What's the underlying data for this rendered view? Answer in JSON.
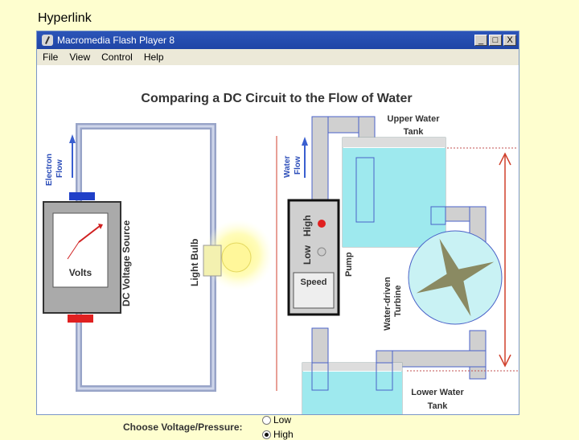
{
  "slide": {
    "title": "Hyperlink"
  },
  "window": {
    "title": "Macromedia Flash Player 8",
    "controls": {
      "minimize": "_",
      "maximize": "□",
      "close": "X"
    }
  },
  "menu": [
    "File",
    "View",
    "Control",
    "Help"
  ],
  "stage": {
    "heading": "Comparing a DC Circuit to the Flow of Water",
    "electron_flow": [
      "Electron",
      "Flow"
    ],
    "water_flow": [
      "Water",
      "Flow"
    ],
    "meter_label": "Volts",
    "voltage_source_label": "DC Voltage Source",
    "light_bulb_label": "Light Bulb",
    "pump_levels": {
      "low": "Low",
      "high": "High"
    },
    "speed_label": "Speed",
    "pump_label": "Pump",
    "turbine_label": [
      "Water-driven",
      "Turbine"
    ],
    "upper_tank_label": [
      "Upper Water",
      "Tank"
    ],
    "lower_tank_label": [
      "Lower Water",
      "Tank"
    ],
    "choose_label": "Choose Voltage/Pressure:",
    "options": [
      {
        "label": "Low",
        "selected": false
      },
      {
        "label": "High",
        "selected": true
      }
    ]
  },
  "colors": {
    "window_title_bar": "#1f45a6",
    "page_background": "#fefecf",
    "water": "#9ee9ee",
    "pipe": "#d0d0d0",
    "arrow_blue": "#3a5fd0",
    "arrow_red": "#d0402c"
  }
}
